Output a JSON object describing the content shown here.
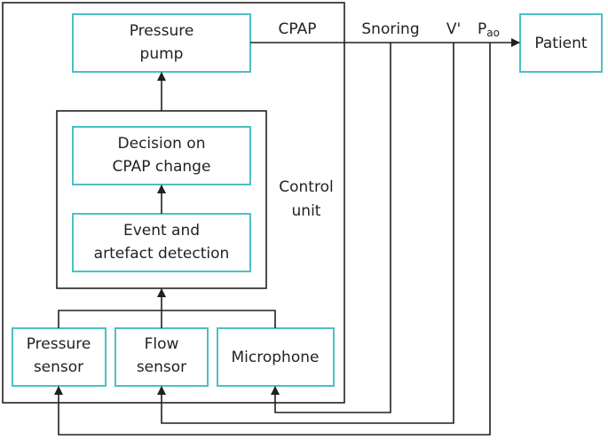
{
  "nodes": {
    "pressure_pump": [
      "Pressure",
      "pump"
    ],
    "decision": [
      "Decision on",
      "CPAP change"
    ],
    "event_detection": [
      "Event and",
      "artefact detection"
    ],
    "pressure_sensor": [
      "Pressure",
      "sensor"
    ],
    "flow_sensor": [
      "Flow",
      "sensor"
    ],
    "microphone": "Microphone",
    "patient": "Patient"
  },
  "group_label": [
    "Control",
    "unit"
  ],
  "signals": {
    "cpap": "CPAP",
    "snoring": "Snoring",
    "flow": "V'",
    "pao_main": "P",
    "pao_sub": "ao"
  },
  "colors": {
    "box_stroke": "#4cbfc4",
    "line": "#231f20"
  }
}
